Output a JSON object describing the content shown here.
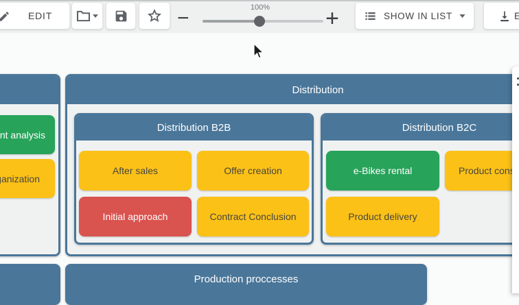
{
  "colors": {
    "header_blue": "#4a7699",
    "green": "#27a35a",
    "yellow": "#fcc117",
    "red": "#d9534f",
    "container_bg": "#f0f2f2"
  },
  "toolbar": {
    "edit": {
      "label": "EDIT",
      "icon": "pencil-icon"
    },
    "folder_button": {
      "icon": "folder-icon"
    },
    "save_button": {
      "icon": "save-icon"
    },
    "favorite_button": {
      "icon": "star-icon"
    },
    "zoom": {
      "level": "100%",
      "zoom_out_glyph": "−",
      "zoom_in_glyph": "+"
    },
    "show_in_list": {
      "label": "SHOW IN LIST",
      "icon": "list-icon"
    },
    "export": {
      "visible_label": "E",
      "icon": "download-icon"
    }
  },
  "canvas": {
    "left_group": {
      "items": [
        {
          "label": "ent analysis",
          "color": "green"
        },
        {
          "label": "ganization",
          "color": "yellow"
        }
      ]
    },
    "distribution": {
      "title": "Distribution",
      "b2b": {
        "title": "Distribution B2B",
        "items": [
          {
            "label": "After sales",
            "color": "yellow"
          },
          {
            "label": "Offer creation",
            "color": "yellow"
          },
          {
            "label": "Initial approach",
            "color": "red"
          },
          {
            "label": "Contract Conclusion",
            "color": "yellow"
          }
        ]
      },
      "b2c": {
        "title": "Distribution B2C",
        "items": [
          {
            "label": "e-Bikes rental",
            "color": "green"
          },
          {
            "label": "Product consu",
            "color": "yellow"
          },
          {
            "label": "Product delivery",
            "color": "yellow"
          }
        ]
      }
    },
    "production": {
      "title": "Production proccesses"
    }
  }
}
